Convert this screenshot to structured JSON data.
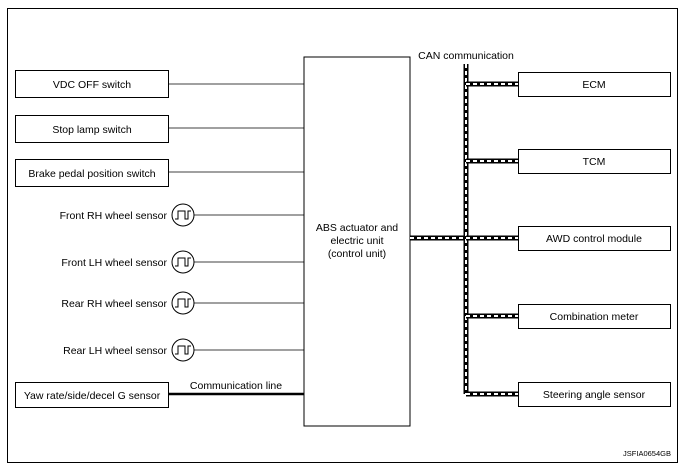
{
  "inputs": {
    "vdc_off_switch": "VDC OFF switch",
    "stop_lamp_switch": "Stop lamp switch",
    "brake_pedal_position_switch": "Brake pedal position switch",
    "front_rh_wheel_sensor": "Front RH wheel sensor",
    "front_lh_wheel_sensor": "Front LH wheel sensor",
    "rear_rh_wheel_sensor": "Rear RH wheel sensor",
    "rear_lh_wheel_sensor": "Rear LH wheel sensor",
    "yaw_rate_sensor": "Yaw rate/side/decel G sensor"
  },
  "communication_line_label": "Communication line",
  "central_unit": {
    "line1": "ABS actuator and",
    "line2": "electric unit",
    "line3": "(control unit)"
  },
  "can_label": "CAN communication",
  "outputs": {
    "ecm": "ECM",
    "tcm": "TCM",
    "awd_control_module": "AWD control module",
    "combination_meter": "Combination meter",
    "steering_angle_sensor": "Steering angle sensor"
  },
  "figure_code": "JSFIA0654GB"
}
